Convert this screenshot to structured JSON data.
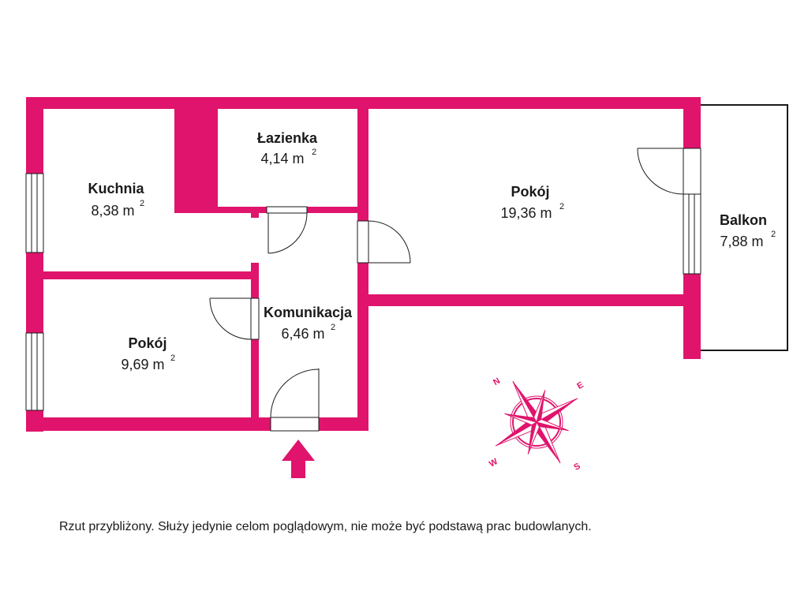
{
  "colors": {
    "wall": "#e0146c",
    "ink": "#1a1a1a",
    "background": "#ffffff"
  },
  "rooms": [
    {
      "id": "kuchnia",
      "name": "Kuchnia",
      "area": "8,38 m",
      "unit_sup": "2"
    },
    {
      "id": "lazienka",
      "name": "Łazienka",
      "area": "4,14 m",
      "unit_sup": "2"
    },
    {
      "id": "pokoj-large",
      "name": "Pokój",
      "area": "19,36 m",
      "unit_sup": "2"
    },
    {
      "id": "balkon",
      "name": "Balkon",
      "area": "7,88 m",
      "unit_sup": "2"
    },
    {
      "id": "komunikacja",
      "name": "Komunikacja",
      "area": "6,46 m",
      "unit_sup": "2"
    },
    {
      "id": "pokoj-small",
      "name": "Pokój",
      "area": "9,69 m",
      "unit_sup": "2"
    }
  ],
  "compass": {
    "north": "N",
    "east": "E",
    "south": "S",
    "west": "W"
  },
  "entrance_icon": "arrow-up-icon",
  "disclaimer": "Rzut przybliżony. Służy jedynie celom poglądowym, nie może być podstawą prac budowlanych."
}
